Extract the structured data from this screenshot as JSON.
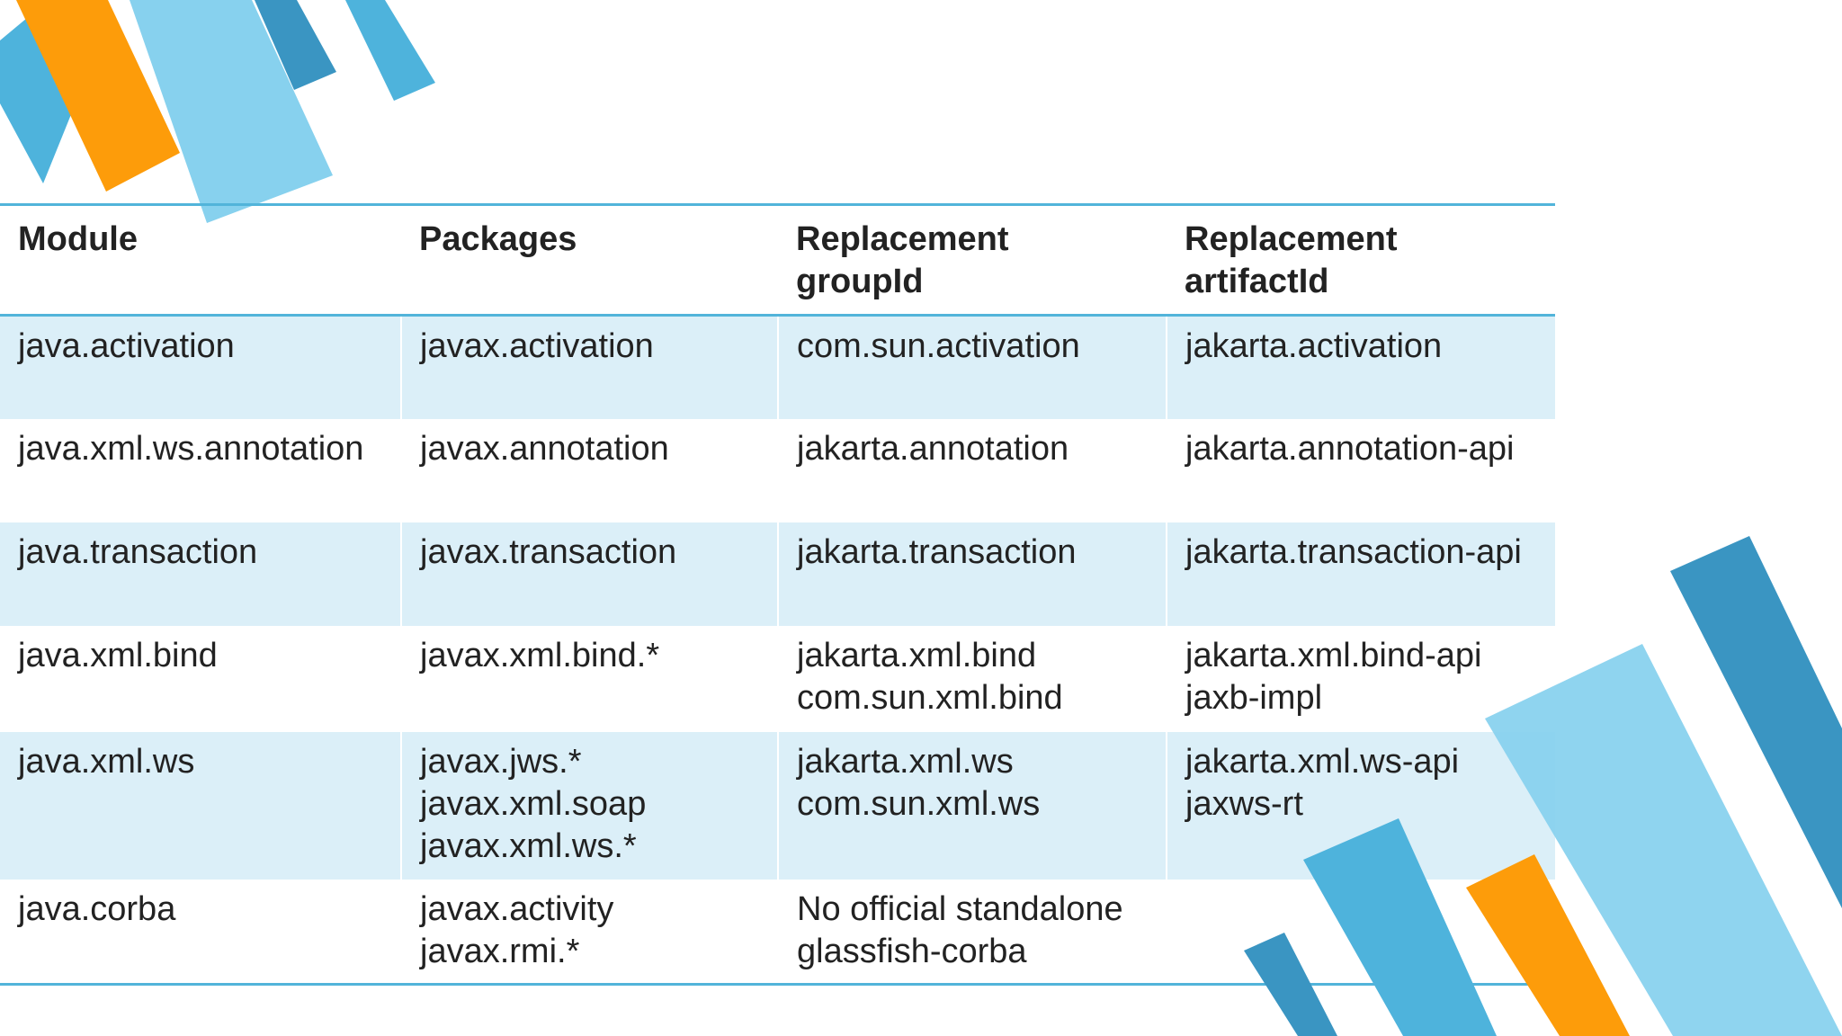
{
  "table": {
    "columns": [
      "Module",
      "Packages",
      "Replacement groupId",
      "Replacement artifactId"
    ],
    "header": {
      "module": [
        "Module"
      ],
      "packages": [
        "Packages"
      ],
      "group": [
        "Replacement",
        "groupId"
      ],
      "artifact": [
        "Replacement",
        "artifactId"
      ]
    },
    "rows": [
      {
        "module": [
          "java.activation"
        ],
        "packages": [
          "javax.activation"
        ],
        "group": [
          "com.sun.activation"
        ],
        "artifact": [
          "jakarta.activation"
        ]
      },
      {
        "module": [
          "java.xml.ws.annotation"
        ],
        "packages": [
          "javax.annotation"
        ],
        "group": [
          "jakarta.annotation"
        ],
        "artifact": [
          "jakarta.annotation-api"
        ]
      },
      {
        "module": [
          "java.transaction"
        ],
        "packages": [
          "javax.transaction"
        ],
        "group": [
          "jakarta.transaction"
        ],
        "artifact": [
          "jakarta.transaction-api"
        ]
      },
      {
        "module": [
          "java.xml.bind"
        ],
        "packages": [
          "javax.xml.bind.*"
        ],
        "group": [
          "jakarta.xml.bind",
          "com.sun.xml.bind"
        ],
        "artifact": [
          "jakarta.xml.bind-api",
          "jaxb-impl"
        ]
      },
      {
        "module": [
          "java.xml.ws"
        ],
        "packages": [
          "javax.jws.*",
          "javax.xml.soap",
          "javax.xml.ws.*"
        ],
        "group": [
          "jakarta.xml.ws",
          "com.sun.xml.ws"
        ],
        "artifact": [
          "jakarta.xml.ws-api",
          "jaxws-rt"
        ]
      },
      {
        "module": [
          "java.corba"
        ],
        "packages": [
          "javax.activity",
          "javax.rmi.*"
        ],
        "group": [
          "No official standalone",
          "glassfish-corba"
        ],
        "artifact": []
      }
    ]
  },
  "colors": {
    "accent_blue": "#52b4da",
    "light_blue": "#87d1ee",
    "dark_blue": "#3a95c2",
    "orange": "#fd9c0a",
    "row_tint": "#d6edf7"
  }
}
